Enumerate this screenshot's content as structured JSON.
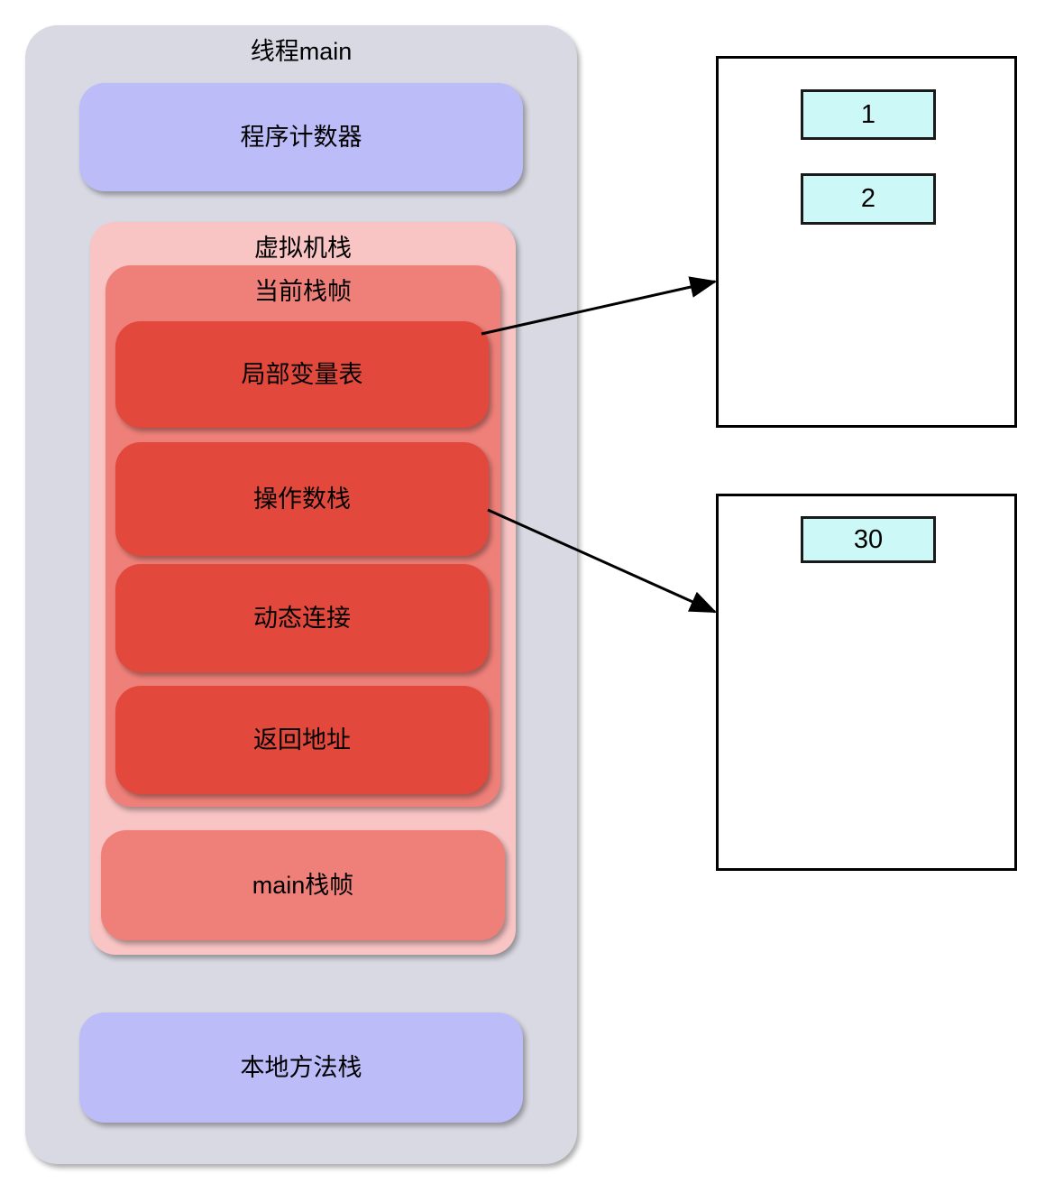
{
  "diagram": {
    "title": "线程main",
    "thread": {
      "label": "线程main",
      "pc_register": "程序计数器",
      "vm_stack": {
        "label": "虚拟机栈",
        "current_frame": {
          "label": "当前栈帧",
          "parts": [
            {
              "label": "局部变量表"
            },
            {
              "label": "操作数栈"
            },
            {
              "label": "动态连接"
            },
            {
              "label": "返回地址"
            }
          ]
        },
        "main_frame": "main栈帧"
      },
      "native_method_stack": "本地方法栈"
    },
    "panels": [
      {
        "name": "local-variable-table-panel",
        "slots": [
          "1",
          "2"
        ]
      },
      {
        "name": "operand-stack-panel",
        "slots": [
          "30"
        ]
      }
    ],
    "connections": [
      {
        "from": "局部变量表",
        "to": "local-variable-table-panel"
      },
      {
        "from": "操作数栈",
        "to": "operand-stack-panel"
      }
    ],
    "colors": {
      "thread_bg": "#d9d9e3",
      "blue_box": "#bcbcf8",
      "vm_stack_bg": "#f8c4c4",
      "frame_bg": "#ef8079",
      "frame_part_bg": "#e2493c",
      "slot_bg": "#ccf8f8",
      "panel_border": "#000000",
      "arrow": "#000000"
    }
  }
}
